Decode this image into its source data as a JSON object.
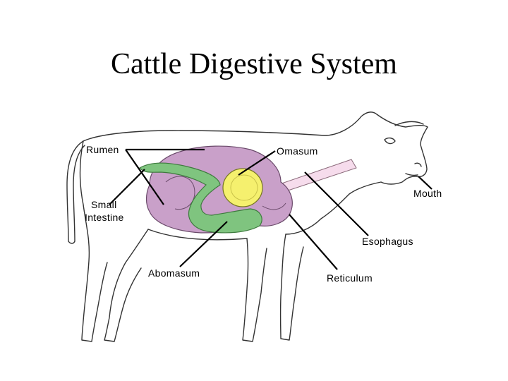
{
  "title": "Cattle Digestive System",
  "labels": {
    "rumen": "Rumen",
    "omasum": "Omasum",
    "mouth": "Mouth",
    "small_intestine_line1": "Small",
    "small_intestine_line2": "Intestine",
    "esophagus": "Esophagus",
    "abomasum": "Abomasum",
    "reticulum": "Reticulum"
  },
  "colors": {
    "rumen": "#c9a0c9",
    "small_intestine": "#7fc47f",
    "omasum": "#f5f06e",
    "esophagus": "#f6dcec",
    "outline": "#333333"
  }
}
